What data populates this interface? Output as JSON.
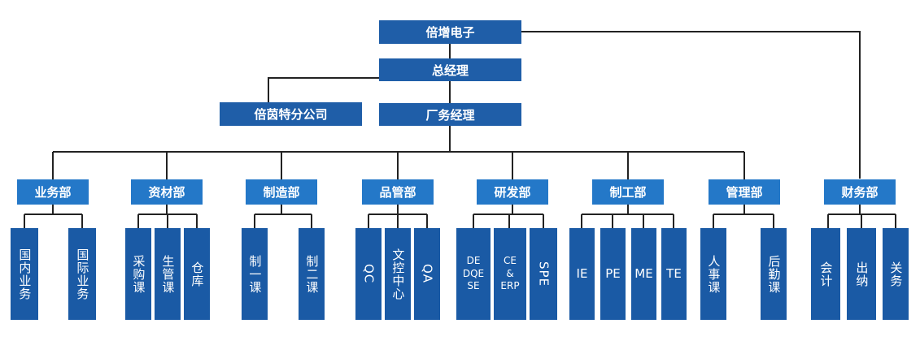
{
  "org": {
    "root": "倍增电子",
    "gm": "总经理",
    "subsidiary": "倍茵特分公司",
    "factory_manager": "厂务经理",
    "departments": {
      "sales": {
        "name": "业务部",
        "units": [
          "国内业务",
          "国际业务"
        ]
      },
      "materials": {
        "name": "资材部",
        "units": [
          "采购课",
          "生管课",
          "仓库"
        ]
      },
      "manufacturing": {
        "name": "制造部",
        "units": [
          "制一课",
          "制二课"
        ]
      },
      "quality": {
        "name": "品管部",
        "units": [
          "QC",
          "文控中心",
          "QA"
        ]
      },
      "rnd": {
        "name": "研发部",
        "units": [
          "DE\nDQE\nSE",
          "CE\n&\nERP",
          "SPE"
        ]
      },
      "engineering": {
        "name": "制工部",
        "units": [
          "IE",
          "PE",
          "ME",
          "TE"
        ]
      },
      "admin": {
        "name": "管理部",
        "units": [
          "人事课",
          "后勤课"
        ]
      },
      "finance": {
        "name": "财务部",
        "units": [
          "会计",
          "出纳",
          "关务"
        ]
      }
    }
  },
  "colors": {
    "header": "#1f5ea8",
    "dept": "#2478c8",
    "leaf": "#1a5aa5",
    "line": "#222222"
  }
}
